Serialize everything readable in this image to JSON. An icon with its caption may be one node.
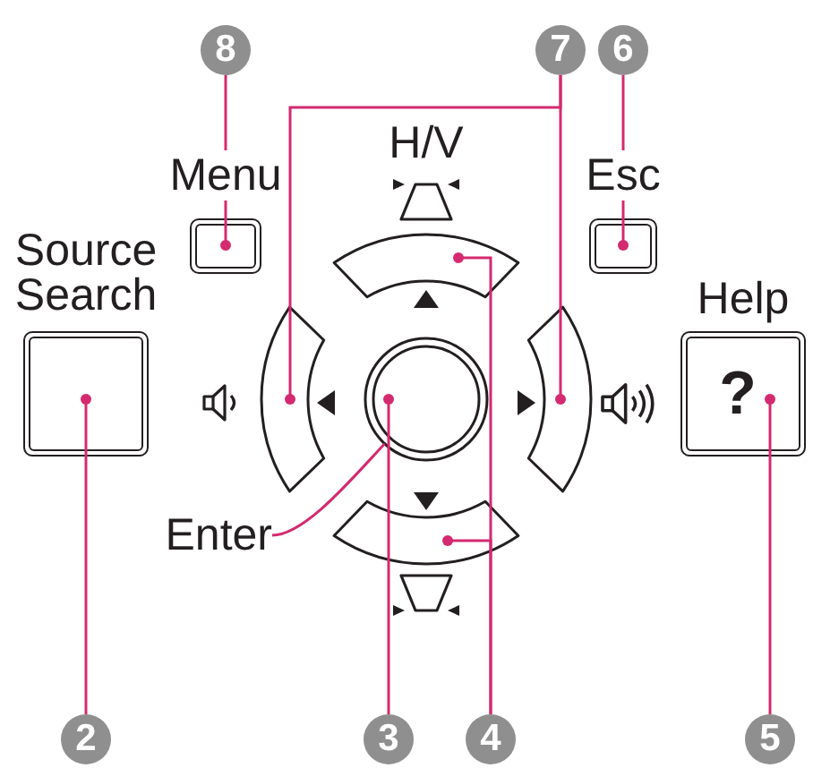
{
  "diagram": {
    "nodes": [
      {
        "text": [
          "8"
        ]
      },
      {
        "text": [
          "7"
        ]
      },
      {
        "text": [
          "6"
        ]
      },
      {
        "text": [
          "Menu"
        ]
      },
      {
        "text": [
          "Esc"
        ]
      },
      {
        "text": [],
        "shape": "arc"
      },
      {
        "text": [
          "Source Search"
        ]
      },
      {
        "text": [
          "Help",
          "?"
        ]
      },
      {
        "text": [],
        "shape": "arc"
      },
      {
        "text": [],
        "shape": "circle"
      },
      {
        "text": [],
        "shape": "arc"
      },
      {
        "text": [
          "Enter"
        ]
      },
      {
        "text": [],
        "shape": "arc"
      },
      {
        "text": [
          "2"
        ]
      },
      {
        "text": [
          "3"
        ]
      },
      {
        "text": [
          "4"
        ]
      },
      {
        "text": [
          "5"
        ]
      }
    ],
    "edges": [
      {
        "from": 0,
        "to": 3,
        "arrow": "other"
      },
      {
        "from": 1,
        "to": 8,
        "arrow": "other"
      },
      {
        "from": 1,
        "to": 10,
        "arrow": "other"
      },
      {
        "from": 2,
        "to": 4,
        "arrow": "other"
      },
      {
        "from": 13,
        "to": 6,
        "arrow": "other"
      },
      {
        "from": 14,
        "to": 9,
        "arrow": "other"
      },
      {
        "from": 15,
        "to": 5,
        "arrow": "other"
      },
      {
        "from": 15,
        "to": 12,
        "arrow": "other"
      },
      {
        "from": 16,
        "to": 7,
        "arrow": "other"
      },
      {
        "from": 11,
        "to": 9,
        "arrow": "none"
      }
    ],
    "labels": [
      "H/V"
    ]
  }
}
